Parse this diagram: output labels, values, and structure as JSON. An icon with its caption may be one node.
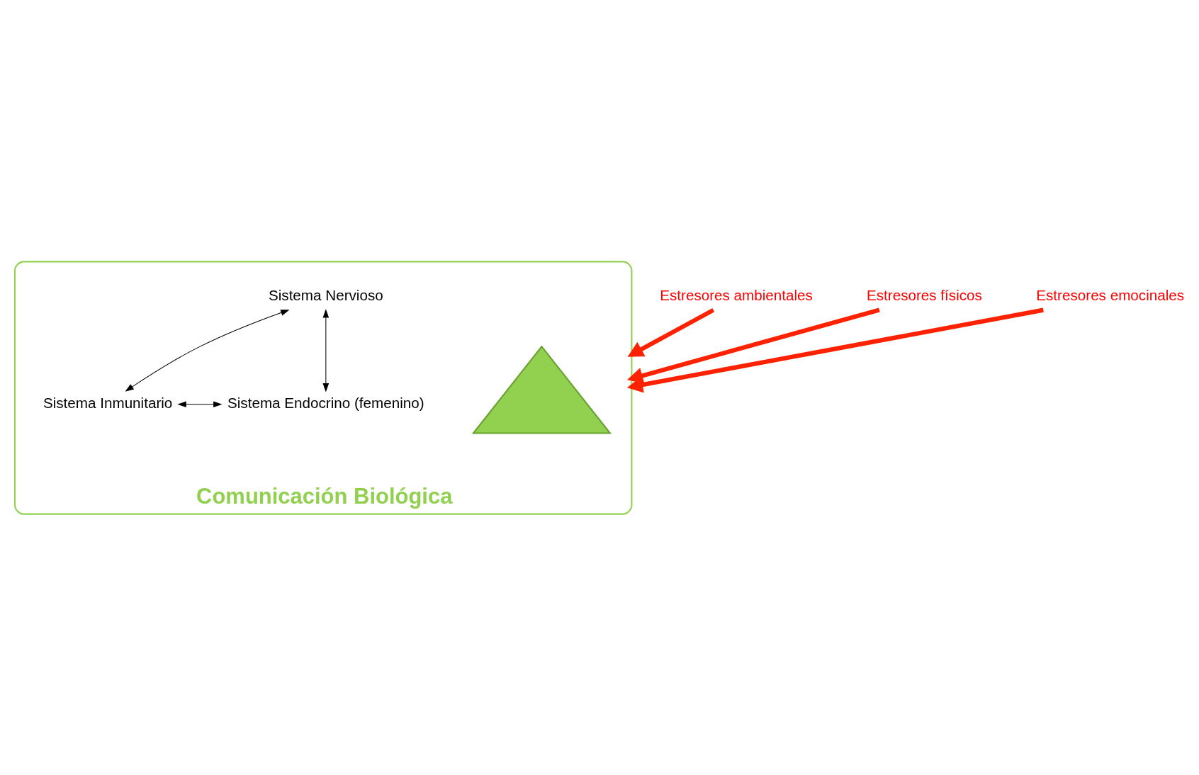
{
  "diagram": {
    "nodes": [
      {
        "text": [
          "Comunicación Biológica"
        ]
      },
      {
        "text": [],
        "shape": "triangle",
        "in": 0
      },
      {
        "text": [
          "Sistema Nervioso"
        ],
        "in": 0
      },
      {
        "text": [
          "Sistema Inmunitario"
        ],
        "in": 0
      },
      {
        "text": [
          "Sistema Endocrino (femenino)"
        ],
        "in": 0
      },
      {
        "text": [
          "Estresores ambientales"
        ]
      },
      {
        "text": [
          "Estresores físicos"
        ]
      },
      {
        "text": [
          "Estresores emocinales"
        ]
      }
    ],
    "edges": [
      {
        "from": 2,
        "to": 3,
        "arrow": "both"
      },
      {
        "from": 2,
        "to": 4,
        "arrow": "both"
      },
      {
        "from": 3,
        "to": 4,
        "arrow": "both"
      },
      {
        "from": 5,
        "to": 0,
        "arrow": "to",
        "style": "thick",
        "color": "#ff2200"
      },
      {
        "from": 6,
        "to": 0,
        "arrow": "to",
        "style": "thick",
        "color": "#ff2200"
      },
      {
        "from": 7,
        "to": 0,
        "arrow": "to",
        "style": "thick",
        "color": "#ff2200"
      }
    ]
  }
}
